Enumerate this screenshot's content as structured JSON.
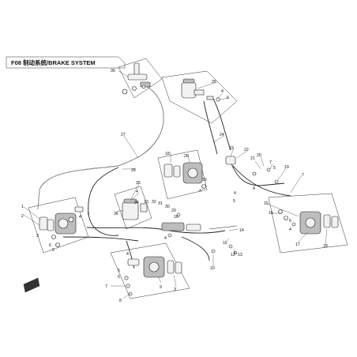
{
  "header": {
    "title": "F08 制动系统/BRAKE SYSTEM"
  },
  "callouts": {
    "c1": "1",
    "c2": "2",
    "c3": "3",
    "c4": "4",
    "c5": "5",
    "c6": "6",
    "c7": "7",
    "c8": "8",
    "c9": "9",
    "c10": "10",
    "c11": "11",
    "c12": "12",
    "c13": "13",
    "c14": "14",
    "c15": "15",
    "c16": "16",
    "c17": "17",
    "c18": "18",
    "c19": "19",
    "c20": "20",
    "c21": "21",
    "c22": "22",
    "c23": "23",
    "c24": "24",
    "c25": "25",
    "c26": "26",
    "c27": "27",
    "c28": "28",
    "c29": "29",
    "c30": "30",
    "c31": "31",
    "c32": "32",
    "c33": "33",
    "c34": "34",
    "c35": "35",
    "c36": "36"
  }
}
